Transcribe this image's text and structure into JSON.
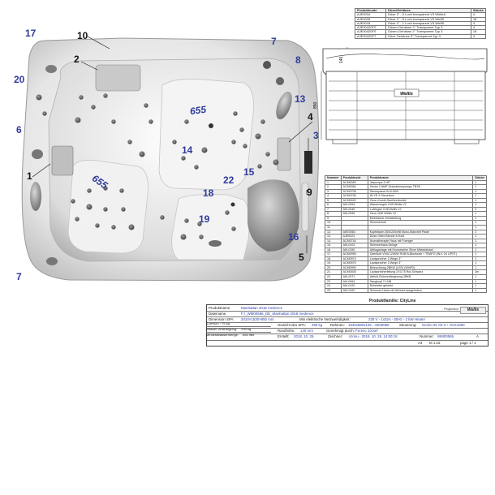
{
  "callouts": [
    {
      "n": "17",
      "c": "blue"
    },
    {
      "n": "10",
      "c": "black"
    },
    {
      "n": "7",
      "c": "blue"
    },
    {
      "n": "2",
      "c": "black"
    },
    {
      "n": "8",
      "c": "blue"
    },
    {
      "n": "20",
      "c": "blue"
    },
    {
      "n": "13",
      "c": "blue"
    },
    {
      "n": "655",
      "c": "blue"
    },
    {
      "n": "4",
      "c": "black"
    },
    {
      "n": "6",
      "c": "blue"
    },
    {
      "n": "14",
      "c": "blue"
    },
    {
      "n": "3",
      "c": "blue"
    },
    {
      "n": "1",
      "c": "black"
    },
    {
      "n": "15",
      "c": "blue"
    },
    {
      "n": "655",
      "c": "blue"
    },
    {
      "n": "22",
      "c": "blue"
    },
    {
      "n": "18",
      "c": "blue"
    },
    {
      "n": "9",
      "c": "black"
    },
    {
      "n": "19",
      "c": "blue"
    },
    {
      "n": "16",
      "c": "blue"
    },
    {
      "n": "5",
      "c": "black"
    },
    {
      "n": "7",
      "c": "blue"
    }
  ],
  "dimensions": {
    "height": "140",
    "depth": "850"
  },
  "brand": "Wellis",
  "parts_top": {
    "headers": [
      "Produktcode",
      "Düse/Gehäuse",
      "Stücke"
    ],
    "rows": [
      [
        "AJE0034",
        "Düse 3\" - 5 Loch transparent V3 WhiteA",
        "4"
      ],
      [
        "AJE0026",
        "Düse 2\" - 5 Loch transparent V3 Wh/Bl",
        "18"
      ],
      [
        "AJE0018",
        "Düse 2\" - 1 Loch transparent V3 Wh/Bl",
        "4"
      ],
      [
        "AJE00420FS",
        "Düsen-Gehäuse 2\" Transparent Typ 3",
        "4"
      ],
      [
        "AJE00420FS",
        "Düsen-Gehäuse 2\" Transparent Typ 3",
        "18"
      ],
      [
        "AJE00420FT",
        "Düse Gehäuse 3\" Transparent Typ 3",
        "4"
      ]
    ]
  },
  "parts_main": {
    "headers": [
      "Nummer",
      "Produktcode",
      "Produktname",
      "Stücke"
    ],
    "rows": [
      [
        "1.",
        "ACM0083",
        "Jetpumpe 3 HP",
        "1"
      ],
      [
        "2.",
        "ACM0084",
        "Gecko CAMP Zirkulationspumpe TBSK",
        "1"
      ],
      [
        "3.",
        "ACM0708",
        "Steuerpanel IN.K1000",
        "1"
      ],
      [
        "4.",
        "ACM0706",
        "IN.YE-3 Steuerbox",
        "1"
      ],
      [
        "5.",
        "ACM0420",
        "Ozon-Kombi-Sanitizerkombi",
        "1"
      ],
      [
        "6.",
        "AKL0094",
        "Wasserregler Griff Wellis V2",
        "1"
      ],
      [
        "7.",
        "AKL0045",
        "Luftregler Griff Wellis V2",
        "2"
      ],
      [
        "8.",
        "AKL0095",
        "Ozon-Griff Wellis V2",
        "1"
      ],
      [
        "9.",
        "",
        "Elektrische Verkabelung",
        "1"
      ],
      [
        "10.",
        "",
        "Skimmerhub",
        "1"
      ],
      [
        "11.",
        "",
        "",
        "1"
      ],
      [
        "12.",
        "AKE0063",
        "Kopfkissen 300x220x98 Mono-Manchet Paste",
        "2"
      ],
      [
        "13.",
        "AJE0023",
        "Düse-Gitter-Blende 8-Hold",
        "1"
      ],
      [
        "14.",
        "ACM0744",
        "Aromatherapie Haus mit Fuenger",
        "1"
      ],
      [
        "15.",
        "AKL0102",
        "Skimmerhaus Abluge",
        "1"
      ],
      [
        "16.",
        "AKL0150",
        "Abfluganlage mit Kronstrahler Silver Mitseldeckel",
        "1"
      ],
      [
        "17.",
        "ACM0995",
        "Oberlicht VIVA 120KW RGB B-Bluetooth + TRAFO (IN-K 1K UPST)",
        "1"
      ],
      [
        "18.",
        "ACM0974",
        "Lautsprecher 2-Wege 3\"",
        "1"
      ],
      [
        "19.",
        "ACM0975",
        "Lautsprecher 2-Wege 3\"",
        "1"
      ],
      [
        "20.",
        "ACM0990",
        "Beleuchtung 2BKW (LED) (WhiP2)",
        "1"
      ],
      [
        "21.",
        "ACM0405",
        "Lautsprecherleitung 2X0,75 Rot-Schwarz",
        "3m"
      ],
      [
        "22.",
        "AKL0071",
        "Abfluß-Rohrverlängerung 2BKB",
        "1"
      ],
      [
        "23.",
        "AKL0064",
        "Saugkopf T-LNB",
        "1"
      ],
      [
        "24.",
        "AKL0120",
        "Rohrleiter geklebt",
        "1"
      ],
      [
        "25.",
        "AKL0162",
        "Skimmer-Haus mit Wehrtur ausgehoben",
        "1"
      ]
    ]
  },
  "product_family": "Produktfamilie: CityLine",
  "title_block": {
    "produktname_label": "Produktname:",
    "produktname_value": "Manhattan 2018 medence",
    "dateiname_label": "Dateiname:",
    "dateiname_value": "F:\\_WM00586_DE_Manhattan 2018 medence",
    "dimension_label": "Dimension SPA:",
    "dimension_value": "2010×1530×850 mm",
    "power_label": "Min elektrische Netzwerkdigkeit:",
    "power_value": "230 V - 1x32A - 50Hz - 2 kW Heater",
    "weight_label": "Gewicht des SPA:",
    "weight_value": "280 kg",
    "rahmen_label": "Rahmen:",
    "rahmen_value": "1540x890x145 - AE00096",
    "steuerung_label": "Steuerung:",
    "steuerung_value": "Gecko IN.YE-3 + IN.K1000",
    "randhoehe_label": "Randhöhe:",
    "randhoehe_value": "140 mm",
    "genehmigt_label": "Genehmigt durch:",
    "genehmigt_value": "Ferenc József",
    "erstellt_label": "Erstellt:",
    "erstellt_value": "2018. 10. 26.",
    "zeichner_label": "Zeichner:",
    "zeichner_value": "szonu - 2018. 10. 26. 14:00:16",
    "nummer_label": "Nummer:",
    "nummer_value": "WM00586",
    "rev": "A",
    "sheet": "A3",
    "scale": "M 1:15",
    "page": "page 1 / 1",
    "projection": "Projection"
  },
  "small_info": {
    "person": "1 person ~75 kg",
    "wasser_label": "Wasser verdrängung:",
    "wasser_value": "294 kg",
    "mindest_label": "Mindestwassermenge:",
    "mindest_value": "850 liter"
  }
}
